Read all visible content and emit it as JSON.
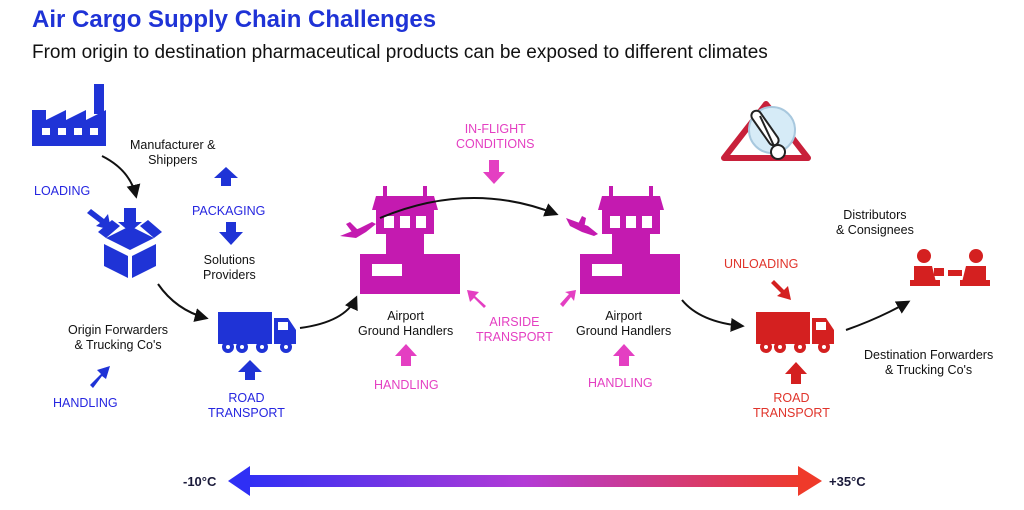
{
  "header": {
    "title": "Air Cargo Supply Chain Challenges",
    "subtitle": "From origin to destination pharmaceutical products can be exposed to different climates"
  },
  "labels": {
    "manufacturer": [
      "Manufacturer &",
      "Shippers"
    ],
    "loading": "LOADING",
    "packaging": "PACKAGING",
    "solutions": [
      "Solutions",
      "Providers"
    ],
    "origin_forwarders": [
      "Origin Forwarders",
      "&  Trucking Co's"
    ],
    "handling_origin": "HANDLING",
    "road_transport_origin": [
      "ROAD",
      "TRANSPORT"
    ],
    "in_flight": [
      "IN-FLIGHT",
      "CONDITIONS"
    ],
    "airport_1": [
      "Airport",
      "Ground Handlers"
    ],
    "airport_2": [
      "Airport",
      "Ground Handlers"
    ],
    "airside": [
      "AIRSIDE",
      "TRANSPORT"
    ],
    "handling_airport_1": "HANDLING",
    "handling_airport_2": "HANDLING",
    "unloading": "UNLOADING",
    "road_transport_dest": [
      "ROAD",
      "TRANSPORT"
    ],
    "distributors": [
      "Distributors",
      "& Consignees"
    ],
    "destination_forwarders": [
      "Destination Forwarders",
      "& Trucking Co's"
    ]
  },
  "temperature_scale": {
    "min": "-10°C",
    "max": "+35°C",
    "gradient_start": "#2f2ff5",
    "gradient_end": "#ef3a2a"
  },
  "colors": {
    "title": "#1f33d6",
    "origin": "#1f33d6",
    "airport": "#c41ab0",
    "airport_text": "#e43fc2",
    "destination": "#d42020"
  },
  "icons": [
    "factory-icon",
    "box-icon",
    "truck-icon",
    "control-tower-icon",
    "airplane-icon",
    "thermometer-warning-icon",
    "handshake-icon"
  ]
}
